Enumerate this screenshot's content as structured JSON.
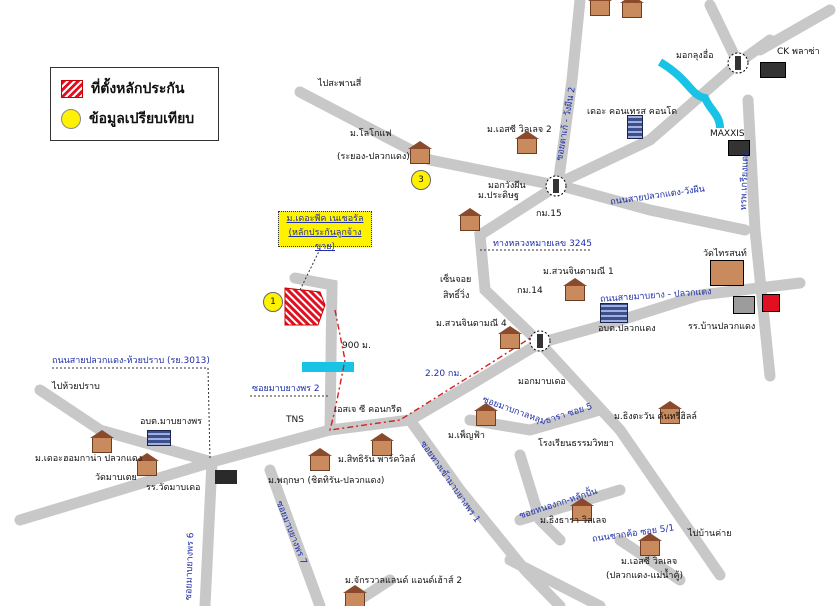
{
  "legend": {
    "site": "ที่ตั้งหลักประกัน",
    "compare": "ข้อมูลเปรียบเทียบ"
  },
  "callout": {
    "line1": "ม.เดอะพีค เนเชอรัล",
    "line2": "(หลักประกันลูกจ้างขาย)"
  },
  "markers": {
    "m1": "1",
    "m3": "3"
  },
  "labels": {
    "to_saphan_si": "ไปสะพานสี่",
    "to_hua_pan": "ไปห้วยปราบ",
    "to_ban_khai": "ไปบ้านค่าย",
    "ck_plaza": "CK พลาซ่า",
    "maxxis": "MAXXIS",
    "mokkhung_tuea": "มอกลุงอื่อ",
    "the_condo": "เดอะ คอนเทรส คอนโด",
    "m_esthi_villa2": "ม.เอสซี วิลเลจ 2",
    "m_lotus_life": "ม.โลโกแฟ",
    "m_lotus_life_sub": "(ระยอง-ปลวกแดง)",
    "m_pradit": "ม.ประดิษฐ",
    "mokwang": "มอกวังผีน",
    "km15": "กม.15",
    "hwy3245": "ทางหลวงหมายเลข 3245",
    "m_suan_jindamani1": "ม.สวนจินดามณี 1",
    "wat_krathon": "วัดไทรสนท์",
    "km14": "กม.14",
    "sen_sor": "เซ็นจอย",
    "sen_sor2": "สิทธิ์วิ่ง",
    "m_suan_jindamani4": "ม.สวนจินดามณี 4",
    "obt_pluak": "อบต.ปลวกแดง",
    "rr_ban_pluak": "รร.บ้านปลวกแดง",
    "d900": "900 ม.",
    "soi_maptapud2": "ซอยมาบยางพร 2",
    "d220": "2.20 กม.",
    "mok_maptapud": "มอกมาบเดอ",
    "m_esthi_condo": "เอสเจ ซี คอนกรีต",
    "tns": "TNS",
    "m_sitthiran": "ม.สิทธิรัน พาร์ควิลล์",
    "m_pruksa": "ม.พฤกษา (ชิตทิรัน-ปลวกแดง)",
    "m_pruangfa": "ม.เพ็ญฟ้า",
    "school": "โรงเรียนธรรมวิทยา",
    "m_rungtawan": "ม.ธิงตะวัน คันทรีฮิลล์",
    "m_the_home": "ม.เดอะฮอมกาน่า ปลวกแดง",
    "obt_map_yang": "อบต.มาบยางพร",
    "wat_mabtaphut": "วัดมาบเตย",
    "rr_wat_mabtaphut": "รร.วัดมาบเดอ",
    "m_rungrat_villa": "ม.ธิงธารา วิลเลจ",
    "m_esthi_villa": "ม.เอสซี วิลเลจ",
    "m_esthi_villa_sub": "(ปลวกแดง-แม่น้ำคู้)",
    "m_chakrawan": "ม.จักรวาลแลนด์ แอนด์เฮ้าส์ 2"
  },
  "roads": {
    "pluak_wangpin": "ถนนสายปลวกแดง-วังผีน",
    "pluak_pluak": "ถนนสายมาบยาง - ปลวกแดง",
    "pluak_huaipan": "ถนนสายปลวกแดง-ห้วยปราบ (รย.3013)",
    "soi_wangpin2": "ซอยตาเก้ - วังผีน 2",
    "soi_koke": "ซอยมาบกาลหลุม",
    "soi_khong": "ซอยทางเข้ามาบยางพร 1",
    "soi_6": "ซอยมาบยางพร 6",
    "soi_7": "ซอยมาบยางพร 7",
    "soi_5": "ธารา ซอย 5",
    "soi_koke2": "ซอยหนองกก-หลักปั้น",
    "soi_koke3": "ถนนชากค้อ ซอย 5/1",
    "rd_north": "ทรพ.เกรียงแดง"
  },
  "colors": {
    "road": "#c8c8c8",
    "road_label": "#1f2fa8",
    "route": "#d42020",
    "water": "#19c3e6",
    "highlight": "#fff200",
    "site": "#e01020"
  }
}
